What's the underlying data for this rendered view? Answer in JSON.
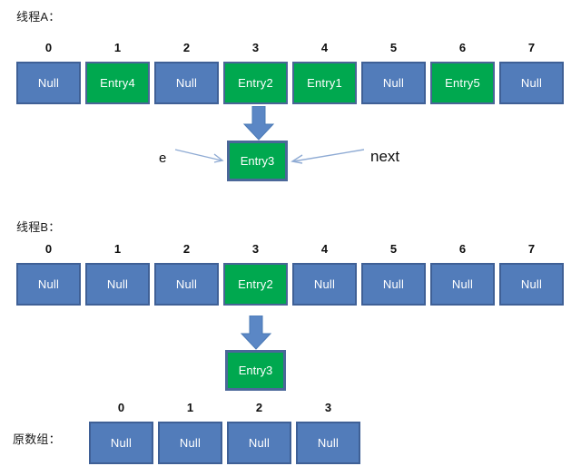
{
  "diagram": {
    "title_note": "HashMap concurrent resize illustration",
    "colors": {
      "null_cell": "#527cba",
      "entry_cell": "#00a84f",
      "cell_border": "#41618f",
      "arrow_blue": "#5b87c5",
      "thin_arrow": "#7e9fc9",
      "text_dark": "#0d0d0d",
      "background": "#ffffff"
    }
  },
  "sections": [
    {
      "id": "thread-a",
      "label": "线程A：",
      "indices": [
        "0",
        "1",
        "2",
        "3",
        "4",
        "5",
        "6",
        "7"
      ],
      "cells": [
        {
          "text": "Null",
          "kind": "null"
        },
        {
          "text": "Entry4",
          "kind": "entry"
        },
        {
          "text": "Null",
          "kind": "null"
        },
        {
          "text": "Entry2",
          "kind": "entry"
        },
        {
          "text": "Entry1",
          "kind": "entry"
        },
        {
          "text": "Null",
          "kind": "null"
        },
        {
          "text": "Entry5",
          "kind": "entry"
        },
        {
          "text": "Null",
          "kind": "null"
        }
      ],
      "detached": {
        "text": "Entry3",
        "kind": "entry"
      },
      "pointers": {
        "left_label": "e",
        "right_label": "next"
      }
    },
    {
      "id": "thread-b",
      "label": "线程B：",
      "indices": [
        "0",
        "1",
        "2",
        "3",
        "4",
        "5",
        "6",
        "7"
      ],
      "cells": [
        {
          "text": "Null",
          "kind": "null"
        },
        {
          "text": "Null",
          "kind": "null"
        },
        {
          "text": "Null",
          "kind": "null"
        },
        {
          "text": "Entry2",
          "kind": "entry"
        },
        {
          "text": "Null",
          "kind": "null"
        },
        {
          "text": "Null",
          "kind": "null"
        },
        {
          "text": "Null",
          "kind": "null"
        },
        {
          "text": "Null",
          "kind": "null"
        }
      ],
      "detached": {
        "text": "Entry3",
        "kind": "entry"
      }
    },
    {
      "id": "original-array",
      "label": "原数组：",
      "indices": [
        "0",
        "1",
        "2",
        "3"
      ],
      "cells": [
        {
          "text": "Null",
          "kind": "null"
        },
        {
          "text": "Null",
          "kind": "null"
        },
        {
          "text": "Null",
          "kind": "null"
        },
        {
          "text": "Null",
          "kind": "null"
        }
      ]
    }
  ]
}
